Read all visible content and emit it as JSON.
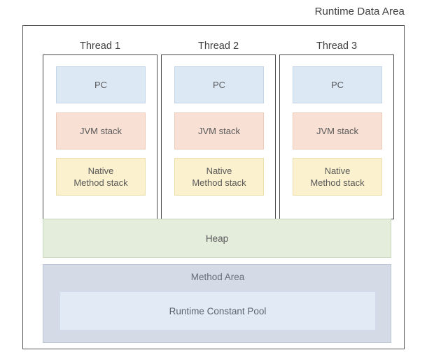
{
  "diagram": {
    "title": "Runtime Data Area",
    "threads": [
      {
        "label": "Thread 1",
        "regions": {
          "pc": "PC",
          "jvm_stack": "JVM stack",
          "native_line1": "Native",
          "native_line2": "Method stack"
        }
      },
      {
        "label": "Thread 2",
        "regions": {
          "pc": "PC",
          "jvm_stack": "JVM stack",
          "native_line1": "Native",
          "native_line2": "Method stack"
        }
      },
      {
        "label": "Thread 3",
        "regions": {
          "pc": "PC",
          "jvm_stack": "JVM stack",
          "native_line1": "Native",
          "native_line2": "Method stack"
        }
      }
    ],
    "heap": {
      "label": "Heap"
    },
    "method_area": {
      "label": "Method Area",
      "constant_pool": "Runtime Constant Pool"
    },
    "colors": {
      "pc_fill": "#dde8f5",
      "pc_border": "#c3d4e6",
      "jvm_stack_fill": "#f8e0d5",
      "jvm_stack_border": "#eccbbb",
      "native_stack_fill": "#fbf1cf",
      "native_stack_border": "#ecdfae",
      "heap_fill": "#e4ecdc",
      "heap_border": "#cbd8c0",
      "method_area_fill": "#d4dae6",
      "method_area_border": "#bcc5d4",
      "constant_pool_fill": "#e1eaf5",
      "constant_pool_border": "#d2dced",
      "frame_border": "#595959",
      "text": "#595959",
      "background": "#ffffff"
    }
  }
}
